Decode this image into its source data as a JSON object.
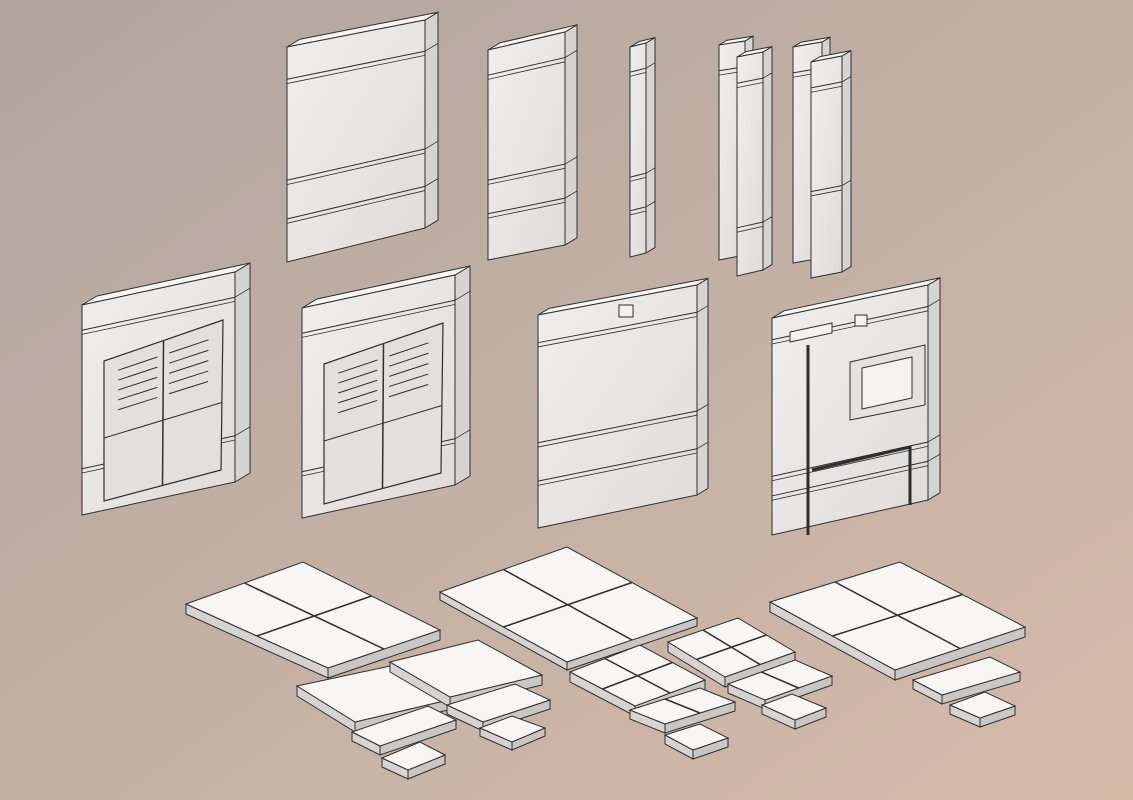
{
  "scene": {
    "description_visible_text": "",
    "colors": {
      "background_top_left": "#b3a79f",
      "background_bottom_right": "#d4baa9",
      "face_front": "#ecebea",
      "face_side": "#d6d4d2",
      "face_top": "#f7f6f5",
      "edge": "#2e2e2e"
    },
    "groups": [
      "wall-panels",
      "pillars",
      "door-frames",
      "wall-panels-detailed",
      "floor-tiles"
    ]
  }
}
